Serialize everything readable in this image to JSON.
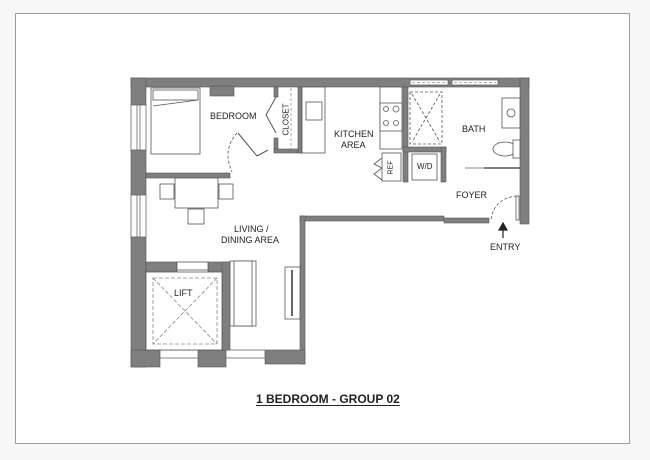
{
  "plan": {
    "title": "1 BEDROOM - GROUP 02",
    "rooms": {
      "bedroom": "BEDROOM",
      "closet": "CLOSET",
      "kitchen_line1": "KITCHEN",
      "kitchen_line2": "AREA",
      "bath": "BATH",
      "ref": "REF",
      "wd": "W/D",
      "foyer": "FOYER",
      "entry": "ENTRY",
      "living_line1": "LIVING /",
      "living_line2": "DINING AREA",
      "lift": "LIFT"
    },
    "colors": {
      "wall": "#7f7f7f",
      "line": "#555555",
      "background": "#ffffff",
      "frame": "#9e9e9e"
    }
  }
}
